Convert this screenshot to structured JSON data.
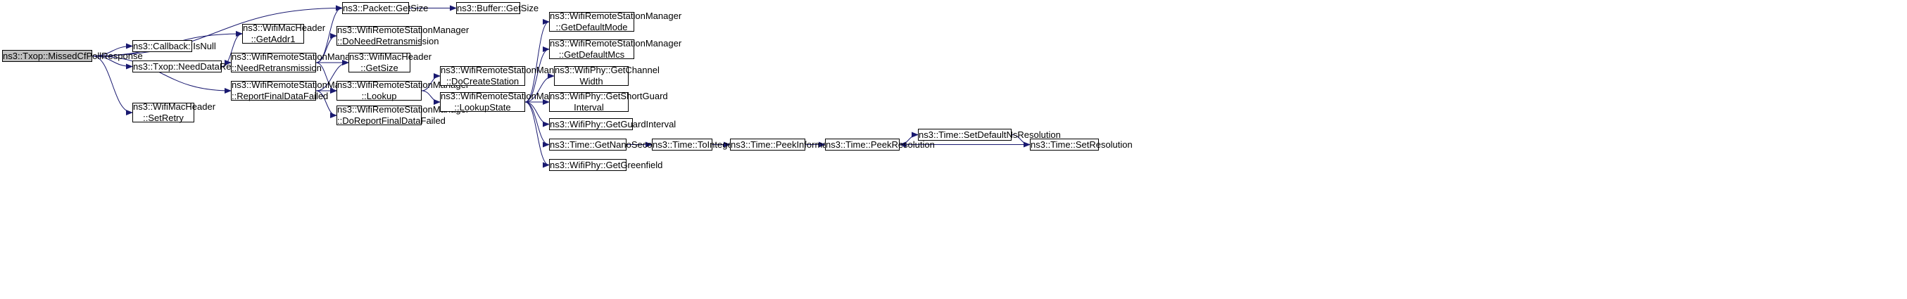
{
  "graph": {
    "edge_color": "#191970",
    "root_fill": "#bfbfbf",
    "nodes": [
      {
        "id": "n0",
        "line1": "ns3::Txop::MissedCfPollResponse",
        "line2": ""
      },
      {
        "id": "n1",
        "line1": "ns3::Packet::GetSize",
        "line2": ""
      },
      {
        "id": "n2",
        "line1": "ns3::Buffer::GetSize",
        "line2": ""
      },
      {
        "id": "n3",
        "line1": "ns3::WifiMacHeader",
        "line2": "::GetAddr1"
      },
      {
        "id": "n4",
        "line1": "ns3::Callback::IsNull",
        "line2": ""
      },
      {
        "id": "n5",
        "line1": "ns3::Txop::NeedDataRetransmission",
        "line2": ""
      },
      {
        "id": "n6",
        "line1": "ns3::WifiRemoteStationManager",
        "line2": "::NeedRetransmission"
      },
      {
        "id": "n7",
        "line1": "ns3::WifiRemoteStationManager",
        "line2": "::DoNeedRetransmission"
      },
      {
        "id": "n8",
        "line1": "ns3::WifiMacHeader",
        "line2": "::GetSize"
      },
      {
        "id": "n9",
        "line1": "ns3::WifiRemoteStationManager",
        "line2": "::ReportFinalDataFailed"
      },
      {
        "id": "n10",
        "line1": "ns3::WifiRemoteStationManager",
        "line2": "::Lookup"
      },
      {
        "id": "n11",
        "line1": "ns3::WifiRemoteStationManager",
        "line2": "::DoReportFinalDataFailed"
      },
      {
        "id": "n12",
        "line1": "ns3::WifiMacHeader",
        "line2": "::SetRetry"
      },
      {
        "id": "n13",
        "line1": "ns3::WifiRemoteStationManager",
        "line2": "::DoCreateStation"
      },
      {
        "id": "n14",
        "line1": "ns3::WifiRemoteStationManager",
        "line2": "::LookupState"
      },
      {
        "id": "n15",
        "line1": "ns3::WifiRemoteStationManager",
        "line2": "::GetDefaultMode"
      },
      {
        "id": "n16",
        "line1": "ns3::WifiRemoteStationManager",
        "line2": "::GetDefaultMcs"
      },
      {
        "id": "n17",
        "line1": "ns3::WifiPhy::GetChannel",
        "line2": "Width"
      },
      {
        "id": "n18",
        "line1": "ns3::WifiPhy::GetShortGuard",
        "line2": "Interval"
      },
      {
        "id": "n19",
        "line1": "ns3::WifiPhy::GetGuardInterval",
        "line2": ""
      },
      {
        "id": "n20",
        "line1": "ns3::Time::GetNanoSeconds",
        "line2": ""
      },
      {
        "id": "n21",
        "line1": "ns3::WifiPhy::GetGreenfield",
        "line2": ""
      },
      {
        "id": "n22",
        "line1": "ns3::Time::ToInteger",
        "line2": ""
      },
      {
        "id": "n23",
        "line1": "ns3::Time::PeekInformation",
        "line2": ""
      },
      {
        "id": "n24",
        "line1": "ns3::Time::PeekResolution",
        "line2": ""
      },
      {
        "id": "n25",
        "line1": "ns3::Time::SetDefaultNsResolution",
        "line2": ""
      },
      {
        "id": "n26",
        "line1": "ns3::Time::SetResolution",
        "line2": ""
      }
    ],
    "edges": [
      [
        "n0",
        "n1"
      ],
      [
        "n0",
        "n3"
      ],
      [
        "n0",
        "n4"
      ],
      [
        "n0",
        "n5"
      ],
      [
        "n0",
        "n9"
      ],
      [
        "n0",
        "n12"
      ],
      [
        "n1",
        "n2"
      ],
      [
        "n5",
        "n3"
      ],
      [
        "n5",
        "n6"
      ],
      [
        "n6",
        "n1"
      ],
      [
        "n6",
        "n7"
      ],
      [
        "n6",
        "n8"
      ],
      [
        "n6",
        "n10"
      ],
      [
        "n9",
        "n8"
      ],
      [
        "n9",
        "n10"
      ],
      [
        "n9",
        "n11"
      ],
      [
        "n10",
        "n13"
      ],
      [
        "n10",
        "n14"
      ],
      [
        "n14",
        "n15"
      ],
      [
        "n14",
        "n16"
      ],
      [
        "n14",
        "n17"
      ],
      [
        "n14",
        "n18"
      ],
      [
        "n14",
        "n19"
      ],
      [
        "n14",
        "n20"
      ],
      [
        "n14",
        "n21"
      ],
      [
        "n20",
        "n22"
      ],
      [
        "n22",
        "n23"
      ],
      [
        "n23",
        "n24"
      ],
      [
        "n24",
        "n25"
      ],
      [
        "n25",
        "n26"
      ],
      [
        "n26",
        "n24"
      ]
    ]
  }
}
